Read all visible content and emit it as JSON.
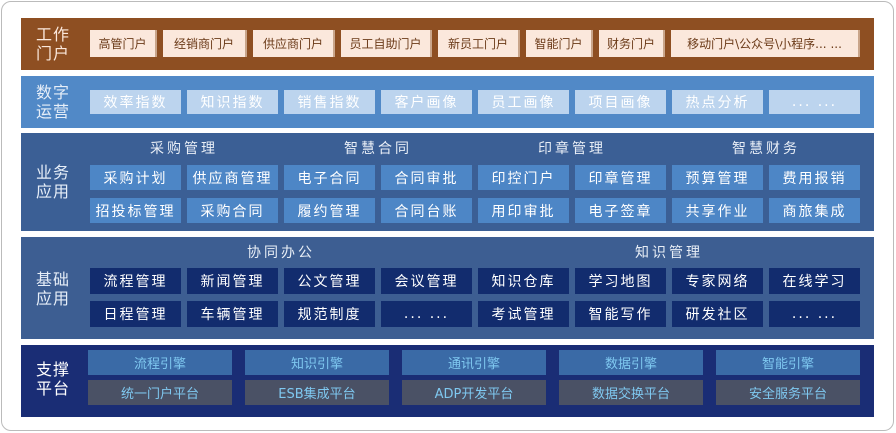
{
  "portal": {
    "label": "工作门户",
    "items": [
      "高管门户",
      "经销商门户",
      "供应商门户",
      "员工自助门户",
      "新员工门户",
      "智能门户",
      "财务门户",
      "移动门户\\公众号\\小程序... ..."
    ]
  },
  "digital": {
    "label": "数字运营",
    "items": [
      "效率指数",
      "知识指数",
      "销售指数",
      "客户画像",
      "员工画像",
      "项目画像",
      "热点分析",
      "... ..."
    ]
  },
  "business": {
    "label": "业务应用",
    "groups": [
      {
        "title": "采购管理",
        "items": [
          "采购计划",
          "供应商管理",
          "招投标管理",
          "采购合同"
        ]
      },
      {
        "title": "智慧合同",
        "items": [
          "电子合同",
          "合同审批",
          "履约管理",
          "合同台账"
        ]
      },
      {
        "title": "印章管理",
        "items": [
          "印控门户",
          "印章管理",
          "用印审批",
          "电子签章"
        ]
      },
      {
        "title": "智慧财务",
        "items": [
          "预算管理",
          "费用报销",
          "共享作业",
          "商旅集成"
        ]
      }
    ]
  },
  "basic": {
    "label": "基础应用",
    "groups": [
      {
        "title": "协同办公",
        "items": [
          "流程管理",
          "新闻管理",
          "公文管理",
          "会议管理",
          "日程管理",
          "车辆管理",
          "规范制度",
          "... ..."
        ]
      },
      {
        "title": "知识管理",
        "items": [
          "知识仓库",
          "学习地图",
          "专家网络",
          "在线学习",
          "考试管理",
          "智能写作",
          "研发社区",
          "... ..."
        ]
      }
    ]
  },
  "support": {
    "label": "支撑平台",
    "top": [
      "流程引擎",
      "知识引擎",
      "通讯引擎",
      "数据引擎",
      "智能引擎"
    ],
    "bottom": [
      "统一门户平台",
      "ESB集成平台",
      "ADP开发平台",
      "数据交换平台",
      "安全服务平台"
    ]
  }
}
